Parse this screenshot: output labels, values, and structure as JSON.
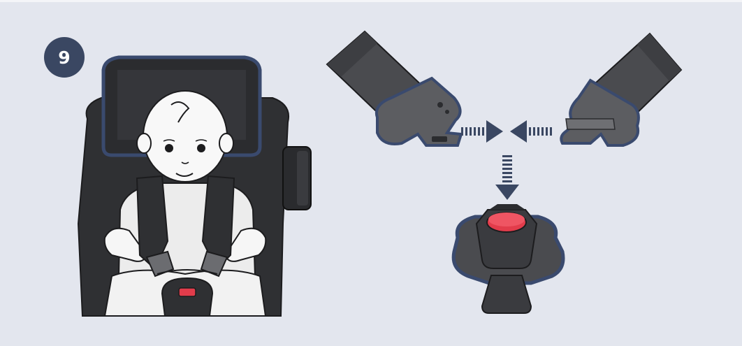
{
  "step": {
    "number": "9"
  },
  "colors": {
    "background": "#e3e6ee",
    "badge": "#3a4762",
    "outline_accent": "#3a4a6e",
    "seat_dark": "#2f3033",
    "strap_gray": "#4a4b4f",
    "buckle_red": "#e23c4b",
    "arrow": "#3a4762"
  },
  "illustration": {
    "left": "child-in-car-seat-with-buckled-harness",
    "right_top": "two-buckle-tongues-joining",
    "right_bottom": "harness-buckle-with-red-release-button"
  },
  "icons": [
    "arrow-right-icon",
    "arrow-left-icon",
    "arrow-down-icon"
  ]
}
